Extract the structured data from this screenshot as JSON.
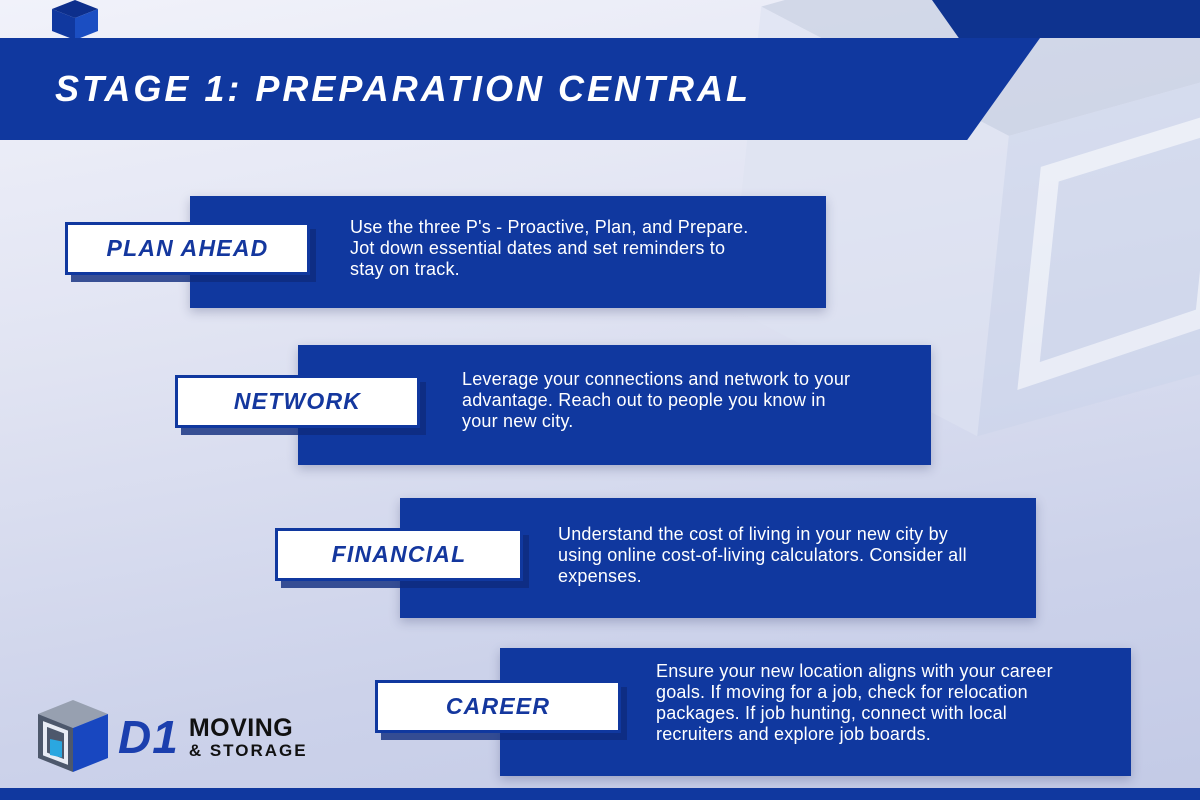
{
  "header": {
    "title": "STAGE 1: PREPARATION CENTRAL"
  },
  "steps": [
    {
      "label": "PLAN AHEAD",
      "text": "Use the three P's - Proactive, Plan, and Prepare. Jot down essential dates and set reminders to stay on track."
    },
    {
      "label": "NETWORK",
      "text": "Leverage your connections and network to your advantage. Reach out to people you know in your new city."
    },
    {
      "label": "FINANCIAL",
      "text": "Understand the cost of living in your new city by using online cost-of-living calculators. Consider all expenses."
    },
    {
      "label": "CAREER",
      "text": "Ensure your new location aligns with your career goals. If moving for a job, check for relocation packages. If job hunting, connect with local recruiters and explore job boards."
    }
  ],
  "logo": {
    "brand": "D1",
    "line1": "MOVING",
    "line2": "& STORAGE",
    "icon": "cube-logo-icon"
  },
  "decorations": {
    "watermark": "cube-watermark-icon",
    "mini_cube": "mini-cube-icon"
  },
  "colors": {
    "primary_blue": "#10389f",
    "label_text_blue": "#14379e",
    "background_top": "#f1f2fa",
    "background_bottom": "#c3cae6",
    "text_white": "#ffffff",
    "logo_black": "#111111"
  }
}
